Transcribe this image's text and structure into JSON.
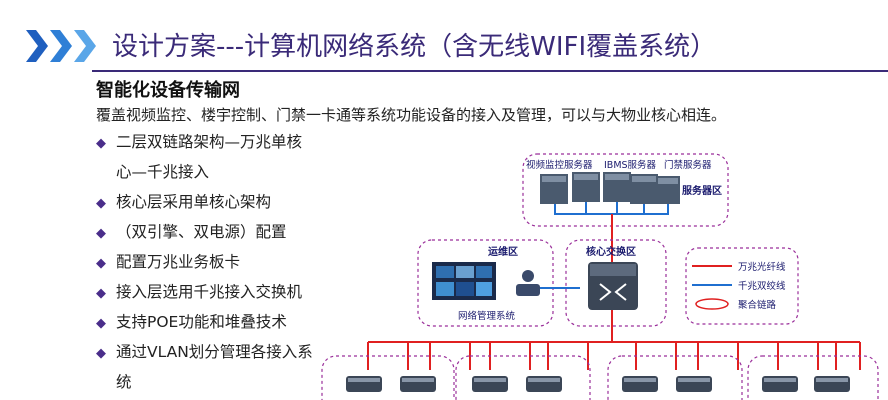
{
  "header": {
    "title": "设计方案---计算机网络系统（含无线WIFI覆盖系统）",
    "accent_color": "#3a2a78",
    "chevron_color": "#1f5fbf"
  },
  "section": {
    "title": "智能化设备传输网",
    "description": "覆盖视频监控、楼宇控制、门禁一卡通等系统功能设备的接入及管理，可以与大物业核心相连。"
  },
  "bullets": [
    {
      "mark": "◆",
      "text": "二层双链路架构—万兆单核"
    },
    {
      "text": "心—千兆接入"
    },
    {
      "mark": "◆",
      "text": "核心层采用单核心架构"
    },
    {
      "mark": "◆",
      "text": "（双引擎、双电源）配置"
    },
    {
      "mark": "◆",
      "text": "配置万兆业务板卡"
    },
    {
      "mark": "◆",
      "text": "接入层选用千兆接入交换机"
    },
    {
      "mark": "◆",
      "text": "支持POE功能和堆叠技术"
    },
    {
      "mark": "◆",
      "text": "通过VLAN划分管理各接入系"
    },
    {
      "text": "统"
    }
  ],
  "diagram": {
    "server_labels": [
      "视频监控服务器",
      "IBMS服务器",
      "门禁服务器"
    ],
    "server_zone": "服务器区",
    "ops_zone": "运维区",
    "core_zone": "核心交换区",
    "nms_label": "网络管理系统",
    "legend": [
      {
        "label": "万兆光纤线",
        "color": "#e02020"
      },
      {
        "label": "千兆双绞线",
        "color": "#1f6fd0"
      },
      {
        "label": "聚合链路",
        "color": "#e02020"
      }
    ]
  }
}
